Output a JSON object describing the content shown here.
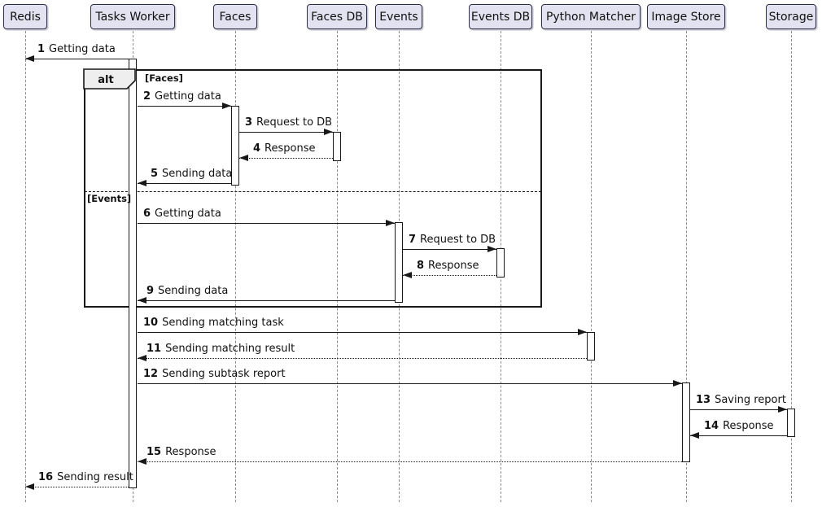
{
  "participants": [
    {
      "label": "Redis"
    },
    {
      "label": "Tasks Worker"
    },
    {
      "label": "Faces"
    },
    {
      "label": "Faces DB"
    },
    {
      "label": "Events"
    },
    {
      "label": "Events DB"
    },
    {
      "label": "Python Matcher"
    },
    {
      "label": "Image Store"
    },
    {
      "label": "Storage"
    }
  ],
  "alt_frame": {
    "operator": "alt",
    "guards": [
      "[Faces]",
      "[Events]"
    ]
  },
  "messages": [
    {
      "num": "1",
      "text": "Getting data",
      "from": "Tasks Worker",
      "to": "Redis",
      "line": "solid"
    },
    {
      "num": "2",
      "text": "Getting data",
      "from": "Tasks Worker",
      "to": "Faces",
      "line": "solid"
    },
    {
      "num": "3",
      "text": "Request to DB",
      "from": "Faces",
      "to": "Faces DB",
      "line": "solid"
    },
    {
      "num": "4",
      "text": "Response",
      "from": "Faces DB",
      "to": "Faces",
      "line": "dotted"
    },
    {
      "num": "5",
      "text": "Sending data",
      "from": "Faces",
      "to": "Tasks Worker",
      "line": "solid"
    },
    {
      "num": "6",
      "text": "Getting data",
      "from": "Tasks Worker",
      "to": "Events",
      "line": "solid"
    },
    {
      "num": "7",
      "text": "Request to DB",
      "from": "Events",
      "to": "Events DB",
      "line": "solid"
    },
    {
      "num": "8",
      "text": "Response",
      "from": "Events DB",
      "to": "Events",
      "line": "dotted"
    },
    {
      "num": "9",
      "text": "Sending data",
      "from": "Events",
      "to": "Tasks Worker",
      "line": "solid"
    },
    {
      "num": "10",
      "text": "Sending matching task",
      "from": "Tasks Worker",
      "to": "Python Matcher",
      "line": "solid"
    },
    {
      "num": "11",
      "text": "Sending matching result",
      "from": "Python Matcher",
      "to": "Tasks Worker",
      "line": "dotted"
    },
    {
      "num": "12",
      "text": "Sending subtask report",
      "from": "Tasks Worker",
      "to": "Image Store",
      "line": "solid"
    },
    {
      "num": "13",
      "text": "Saving report",
      "from": "Image Store",
      "to": "Storage",
      "line": "solid"
    },
    {
      "num": "14",
      "text": "Response",
      "from": "Storage",
      "to": "Image Store",
      "line": "solid"
    },
    {
      "num": "15",
      "text": "Response",
      "from": "Image Store",
      "to": "Tasks Worker",
      "line": "dotted"
    },
    {
      "num": "16",
      "text": "Sending result",
      "from": "Tasks Worker",
      "to": "Redis",
      "line": "dotted"
    }
  ],
  "colors": {
    "participant_fill": "#E2E2F0",
    "participant_border": "#2e2e48",
    "frame_border": "#181818",
    "lifeline": "#8c8c8c",
    "operator_fill": "#EEEEEE",
    "text": "#111111"
  }
}
